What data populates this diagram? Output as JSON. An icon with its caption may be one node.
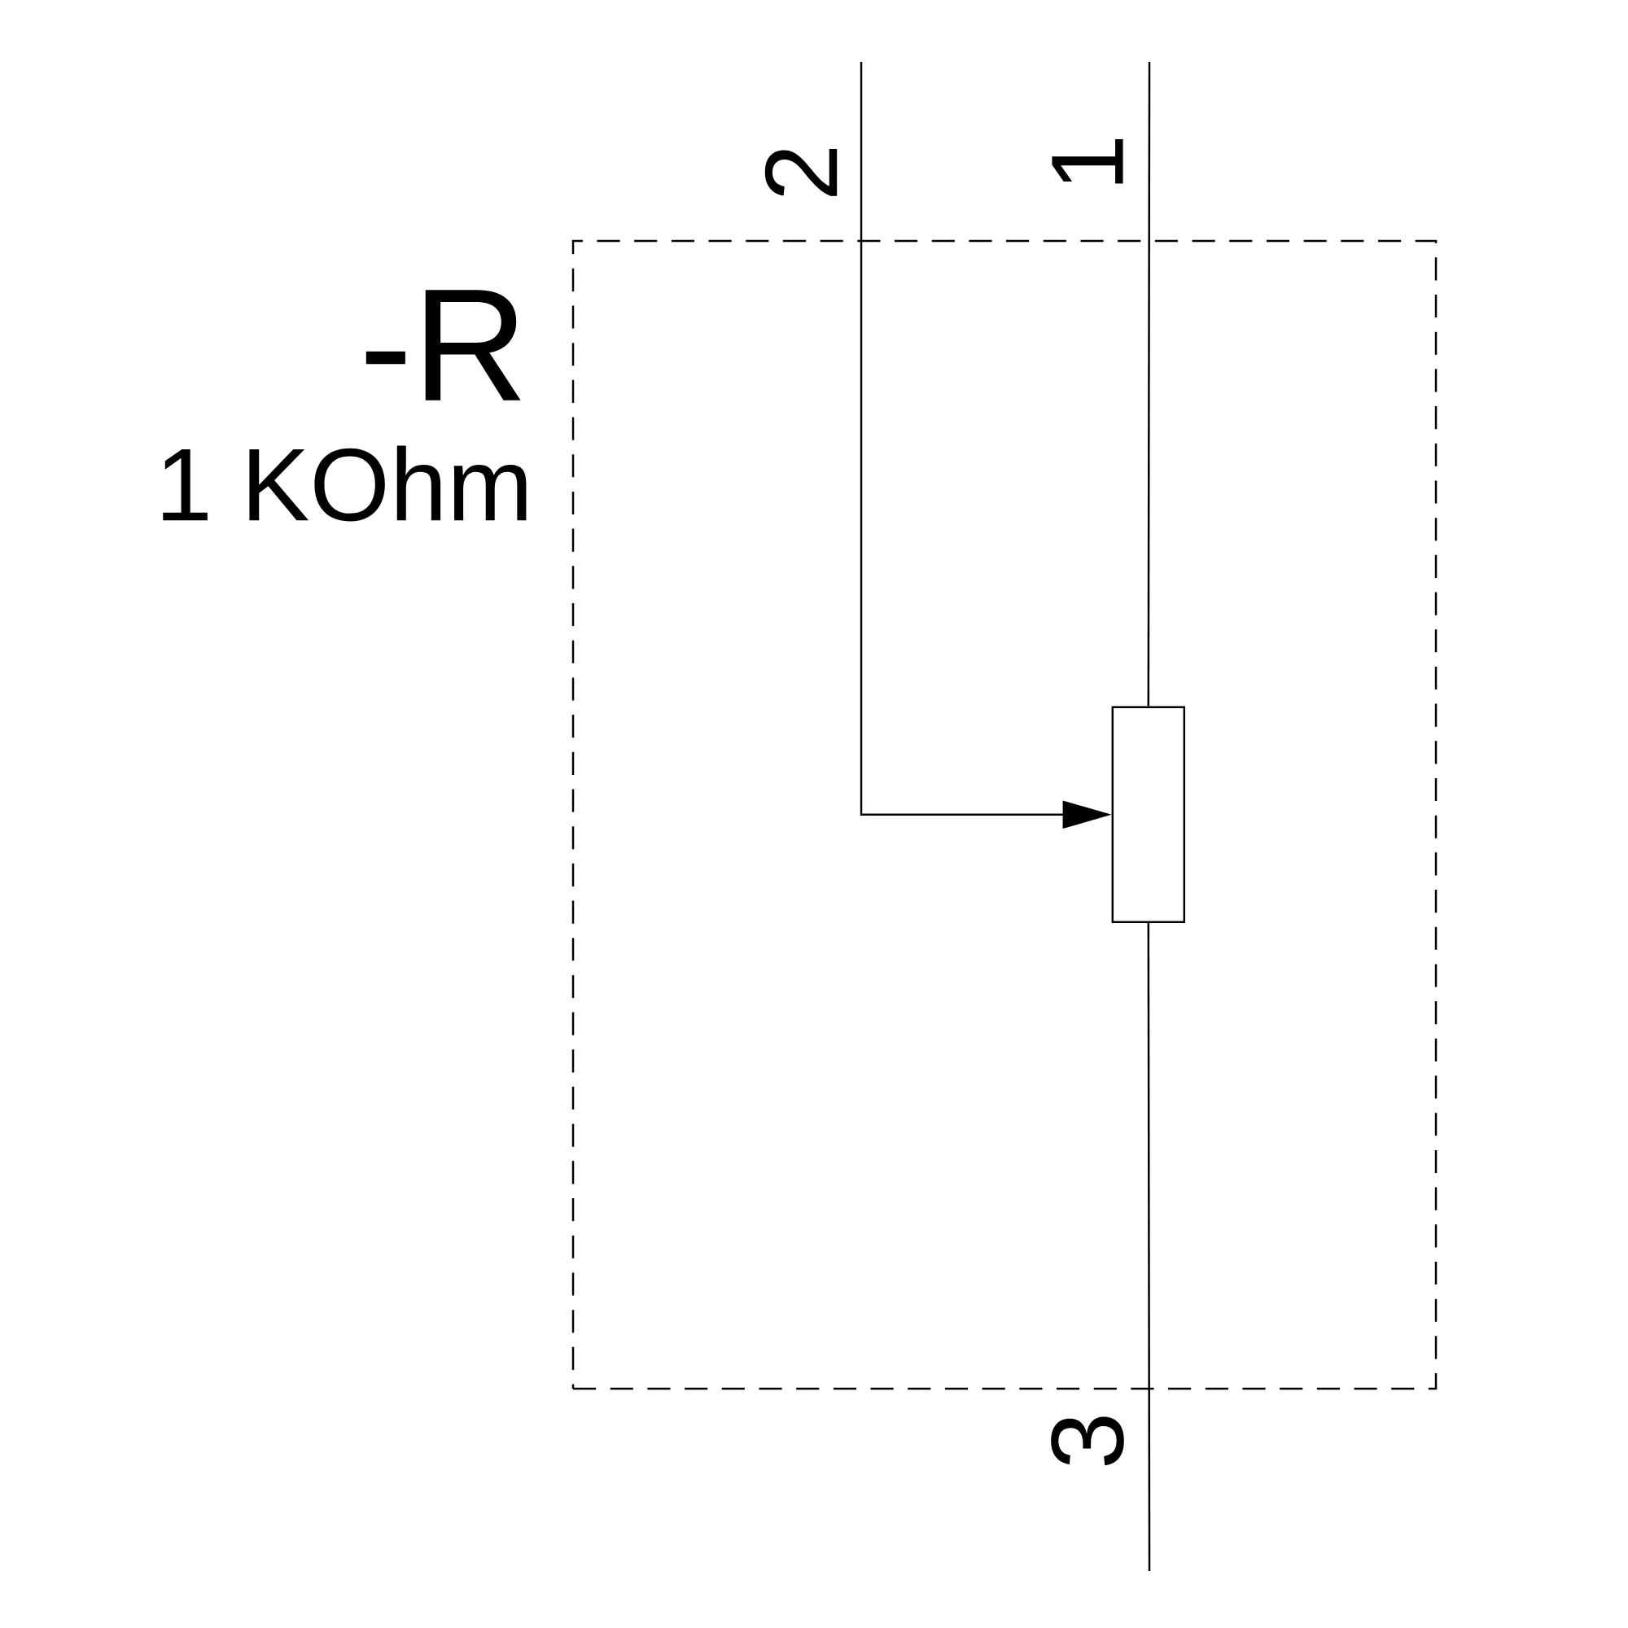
{
  "diagram": {
    "nodes": [
      {
        "text": [],
        "shape": "box"
      },
      {
        "text": [],
        "shape": "box",
        "in": 0
      }
    ],
    "edges": [
      {
        "from": null,
        "to": 1,
        "arrow": "to"
      },
      {
        "from": null,
        "to": 1,
        "arrow": "none"
      },
      {
        "from": 1,
        "to": null,
        "arrow": "none"
      }
    ],
    "labels": [
      "-R",
      "1 KOhm",
      "2",
      "1",
      "3"
    ]
  }
}
